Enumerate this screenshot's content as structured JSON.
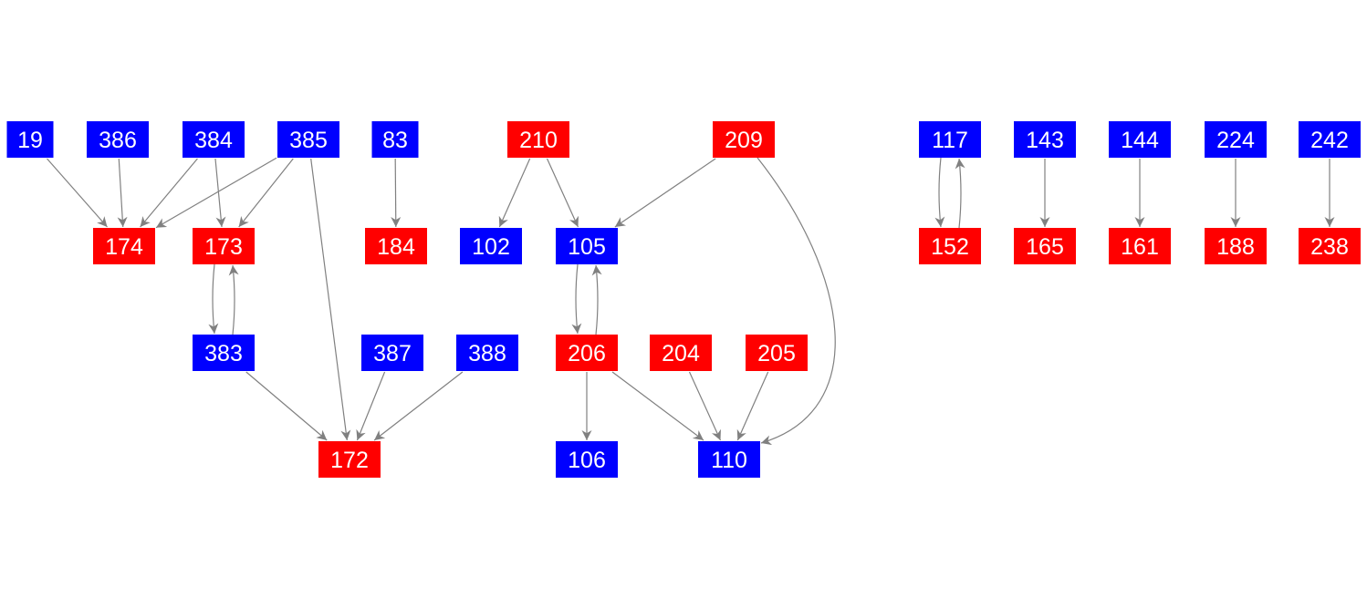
{
  "colors": {
    "blue": "#0000ff",
    "red": "#ff0000",
    "edge": "#808080"
  },
  "nodes": [
    {
      "id": "19",
      "color": "blue"
    },
    {
      "id": "386",
      "color": "blue"
    },
    {
      "id": "384",
      "color": "blue"
    },
    {
      "id": "385",
      "color": "blue"
    },
    {
      "id": "83",
      "color": "blue"
    },
    {
      "id": "210",
      "color": "red"
    },
    {
      "id": "209",
      "color": "red"
    },
    {
      "id": "117",
      "color": "blue"
    },
    {
      "id": "143",
      "color": "blue"
    },
    {
      "id": "144",
      "color": "blue"
    },
    {
      "id": "224",
      "color": "blue"
    },
    {
      "id": "242",
      "color": "blue"
    },
    {
      "id": "174",
      "color": "red"
    },
    {
      "id": "173",
      "color": "red"
    },
    {
      "id": "184",
      "color": "red"
    },
    {
      "id": "102",
      "color": "blue"
    },
    {
      "id": "105",
      "color": "blue"
    },
    {
      "id": "152",
      "color": "red"
    },
    {
      "id": "165",
      "color": "red"
    },
    {
      "id": "161",
      "color": "red"
    },
    {
      "id": "188",
      "color": "red"
    },
    {
      "id": "238",
      "color": "red"
    },
    {
      "id": "383",
      "color": "blue"
    },
    {
      "id": "387",
      "color": "blue"
    },
    {
      "id": "388",
      "color": "blue"
    },
    {
      "id": "206",
      "color": "red"
    },
    {
      "id": "204",
      "color": "red"
    },
    {
      "id": "205",
      "color": "red"
    },
    {
      "id": "172",
      "color": "red"
    },
    {
      "id": "106",
      "color": "blue"
    },
    {
      "id": "110",
      "color": "blue"
    }
  ],
  "edges": [
    [
      "19",
      "174"
    ],
    [
      "386",
      "174"
    ],
    [
      "384",
      "174"
    ],
    [
      "384",
      "173"
    ],
    [
      "385",
      "174"
    ],
    [
      "385",
      "173"
    ],
    [
      "385",
      "172"
    ],
    [
      "83",
      "184"
    ],
    [
      "173",
      "383"
    ],
    [
      "383",
      "173"
    ],
    [
      "383",
      "172"
    ],
    [
      "387",
      "172"
    ],
    [
      "388",
      "172"
    ],
    [
      "210",
      "102"
    ],
    [
      "210",
      "105"
    ],
    [
      "209",
      "105"
    ],
    [
      "209",
      "110"
    ],
    [
      "105",
      "206"
    ],
    [
      "206",
      "105"
    ],
    [
      "206",
      "106"
    ],
    [
      "206",
      "110"
    ],
    [
      "204",
      "110"
    ],
    [
      "205",
      "110"
    ],
    [
      "117",
      "152"
    ],
    [
      "152",
      "117"
    ],
    [
      "143",
      "165"
    ],
    [
      "144",
      "161"
    ],
    [
      "224",
      "188"
    ],
    [
      "242",
      "238"
    ]
  ]
}
